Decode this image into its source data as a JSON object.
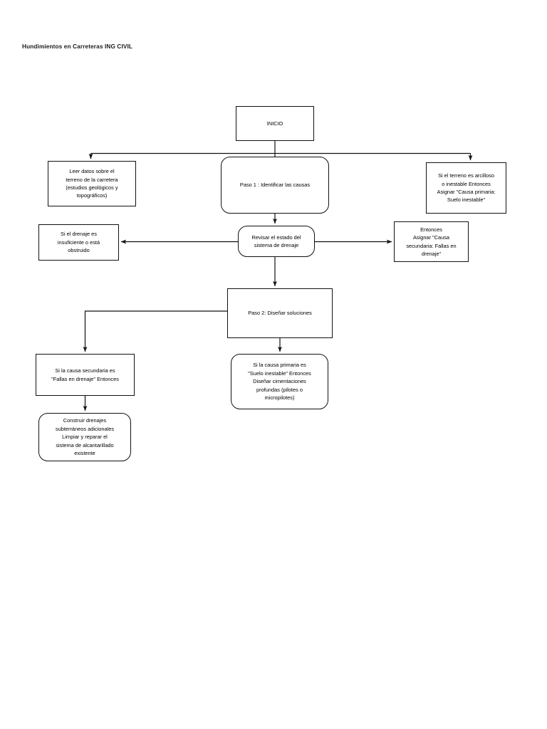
{
  "document": {
    "title": "Hundimientos en Carreteras ING CIVIL"
  },
  "flowchart": {
    "nodes": {
      "inicio": {
        "label": "INICIO",
        "shape": "rectangle"
      },
      "leer_datos": {
        "label": "Leer datos sobre el\nterreno de la carretera\n(estudios geológicos y\ntopográficos)",
        "shape": "rectangle"
      },
      "paso1": {
        "label": "Paso 1 : Identificar las causas",
        "shape": "rounded-rectangle"
      },
      "terreno_arcilloso": {
        "label": "Si el terreno es arcilloso\no inestable Entonces\nAsignar \"Causa primaria:\nSuelo inestable\"",
        "shape": "rectangle"
      },
      "drenaje_insuficiente": {
        "label": "Si el drenaje es\ninsuficiente o está\nobstruido",
        "shape": "rectangle"
      },
      "revisar_drenaje": {
        "label": "Revisar el estado del\nsistema de drenaje",
        "shape": "rounded-rectangle"
      },
      "entonces_secundaria": {
        "label": "Entonces\nAsignar \"Causa\nsecundaria: Fallas en\ndrenaje\"",
        "shape": "rectangle"
      },
      "paso2": {
        "label": "Paso 2: Diseñar soluciones",
        "shape": "rectangle"
      },
      "causa_secundaria": {
        "label": "Si la causa secundaria es\n\"Fallas en drenaje\" Entonces",
        "shape": "rectangle"
      },
      "causa_primaria": {
        "label": "Si la causa primaria es\n\"Suelo inestable\" Entonces\nDiseñar cimentaciones\nprofundas (pilotes o\nmicropilotes)",
        "shape": "rounded-rectangle"
      },
      "construir_drenajes": {
        "label": "Construir drenajes\nsubterráneos adicionales\nLimpiar y reparar el\nsistema de alcantarillado\nexistente",
        "shape": "rounded-rectangle"
      }
    },
    "edges": [
      {
        "from": "inicio",
        "to": "leer_datos",
        "style": "elbow",
        "arrow": true
      },
      {
        "from": "inicio",
        "to": "paso1",
        "style": "straight",
        "arrow": false
      },
      {
        "from": "inicio",
        "to": "terreno_arcilloso",
        "style": "elbow",
        "arrow": true
      },
      {
        "from": "paso1",
        "to": "revisar_drenaje",
        "style": "straight",
        "arrow": true
      },
      {
        "from": "revisar_drenaje",
        "to": "drenaje_insuficiente",
        "style": "straight",
        "arrow": true
      },
      {
        "from": "revisar_drenaje",
        "to": "entonces_secundaria",
        "style": "straight",
        "arrow": true
      },
      {
        "from": "revisar_drenaje",
        "to": "paso2",
        "style": "straight",
        "arrow": true
      },
      {
        "from": "paso2",
        "to": "causa_secundaria",
        "style": "elbow",
        "arrow": true
      },
      {
        "from": "paso2",
        "to": "causa_primaria",
        "style": "straight",
        "arrow": true
      },
      {
        "from": "causa_secundaria",
        "to": "construir_drenajes",
        "style": "straight",
        "arrow": true
      }
    ],
    "colors": {
      "stroke": "#111111",
      "fill": "#ffffff",
      "text": "#000000"
    }
  }
}
